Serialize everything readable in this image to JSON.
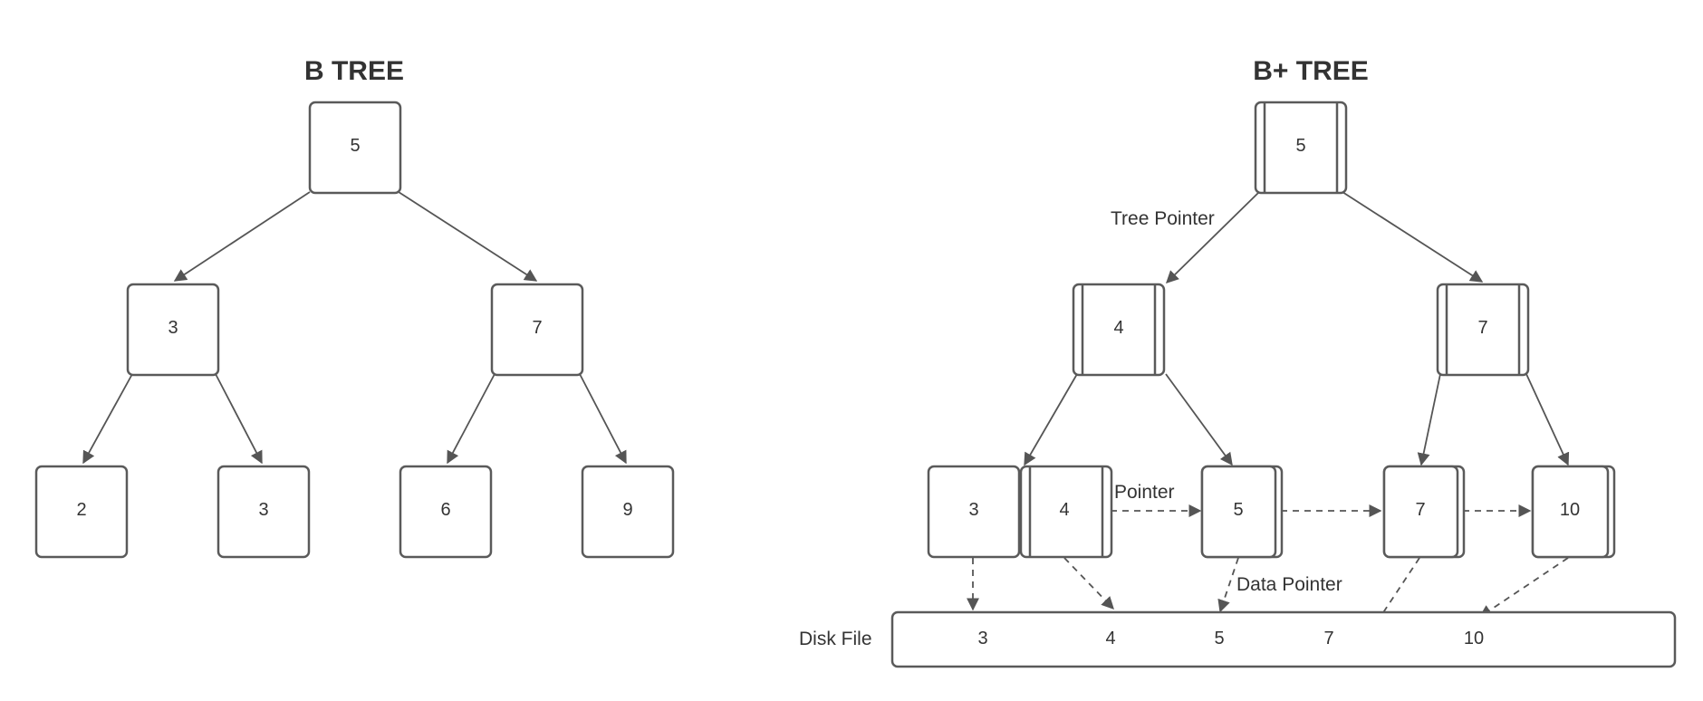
{
  "btree": {
    "title": "B TREE",
    "root": "5",
    "level1": [
      "3",
      "7"
    ],
    "leaves": [
      "2",
      "3",
      "6",
      "9"
    ]
  },
  "bplus": {
    "title": "B+ TREE",
    "root": "5",
    "level1": [
      "4",
      "7"
    ],
    "leaves": [
      "3",
      "4",
      "5",
      "7",
      "10"
    ],
    "labels": {
      "tree_pointer": "Tree Pointer",
      "pointer": "Pointer",
      "data_pointer": "Data Pointer",
      "disk_file": "Disk File"
    },
    "disk_values": [
      "3",
      "4",
      "5",
      "7",
      "10"
    ]
  },
  "colors": {
    "stroke": "#5a5a5a",
    "text": "#333333",
    "background": "#ffffff"
  }
}
